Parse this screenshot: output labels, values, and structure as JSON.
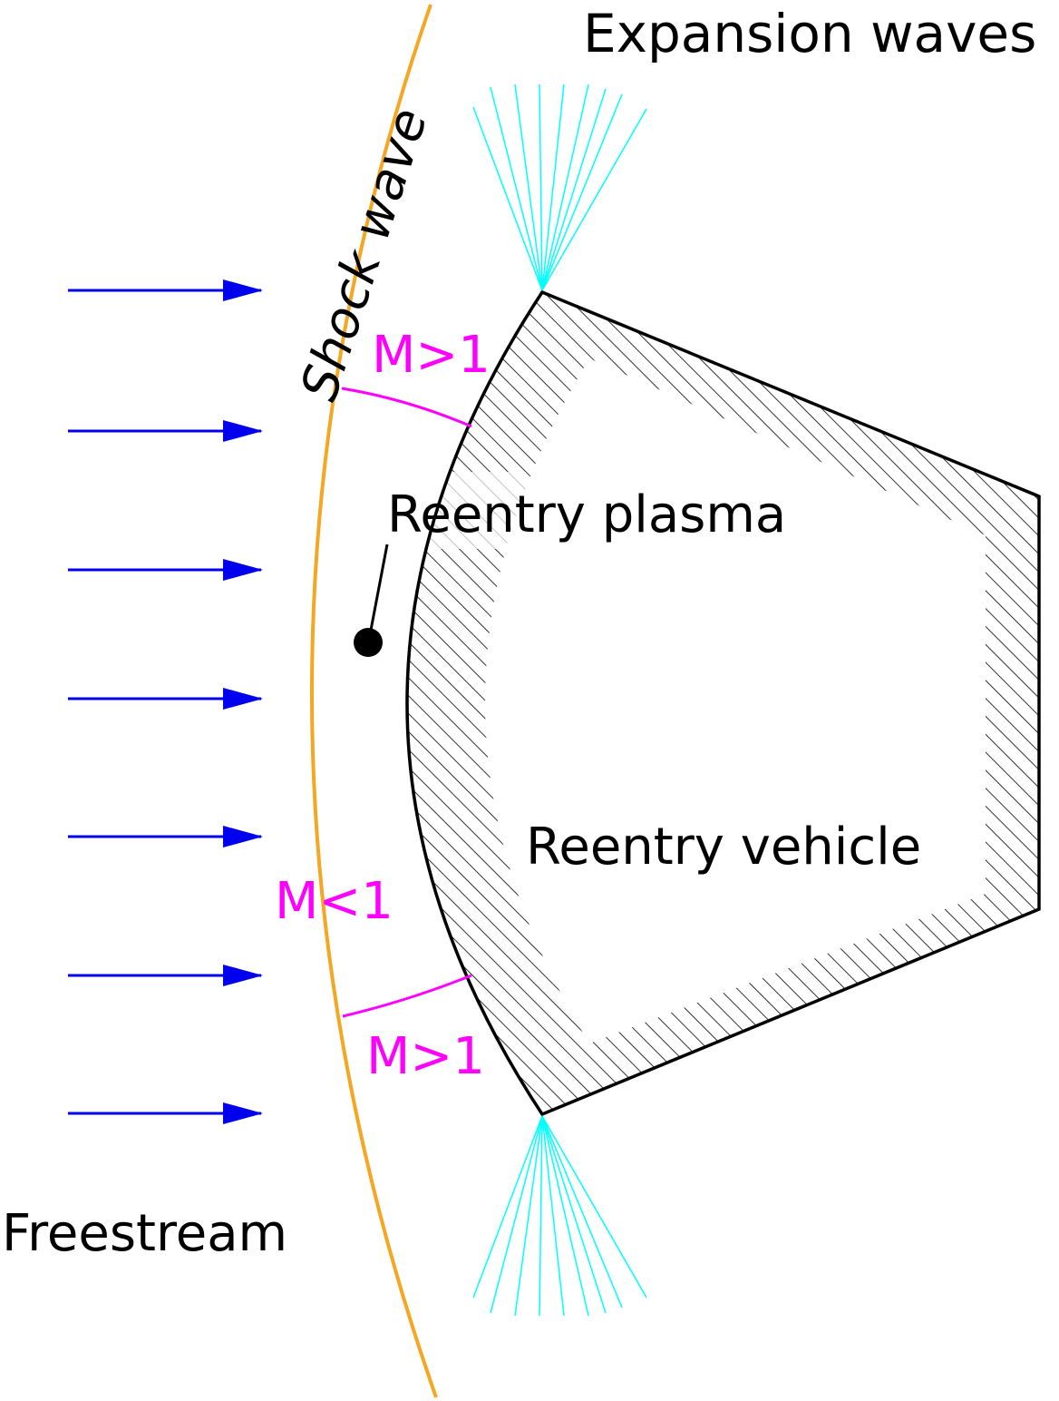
{
  "labels": {
    "expansion_waves": "Expansion waves",
    "shock_wave": "Shock wave",
    "reentry_plasma": "Reentry plasma",
    "reentry_vehicle": "Reentry vehicle",
    "freestream": "Freestream",
    "mach_upper": "M>1",
    "mach_middle": "M<1",
    "mach_lower": "M>1"
  },
  "colors": {
    "freestream_arrow": "#0000ee",
    "shock_wave": "#f5a623",
    "mach_line": "#ff00ff",
    "mach_text": "#ff00ff",
    "expansion_fan": "#00ffff",
    "vehicle_outline": "#000000",
    "hatch": "#000000",
    "text": "#000000"
  },
  "freestream_arrow_count": 7,
  "expansion_fan_ray_count": 9
}
